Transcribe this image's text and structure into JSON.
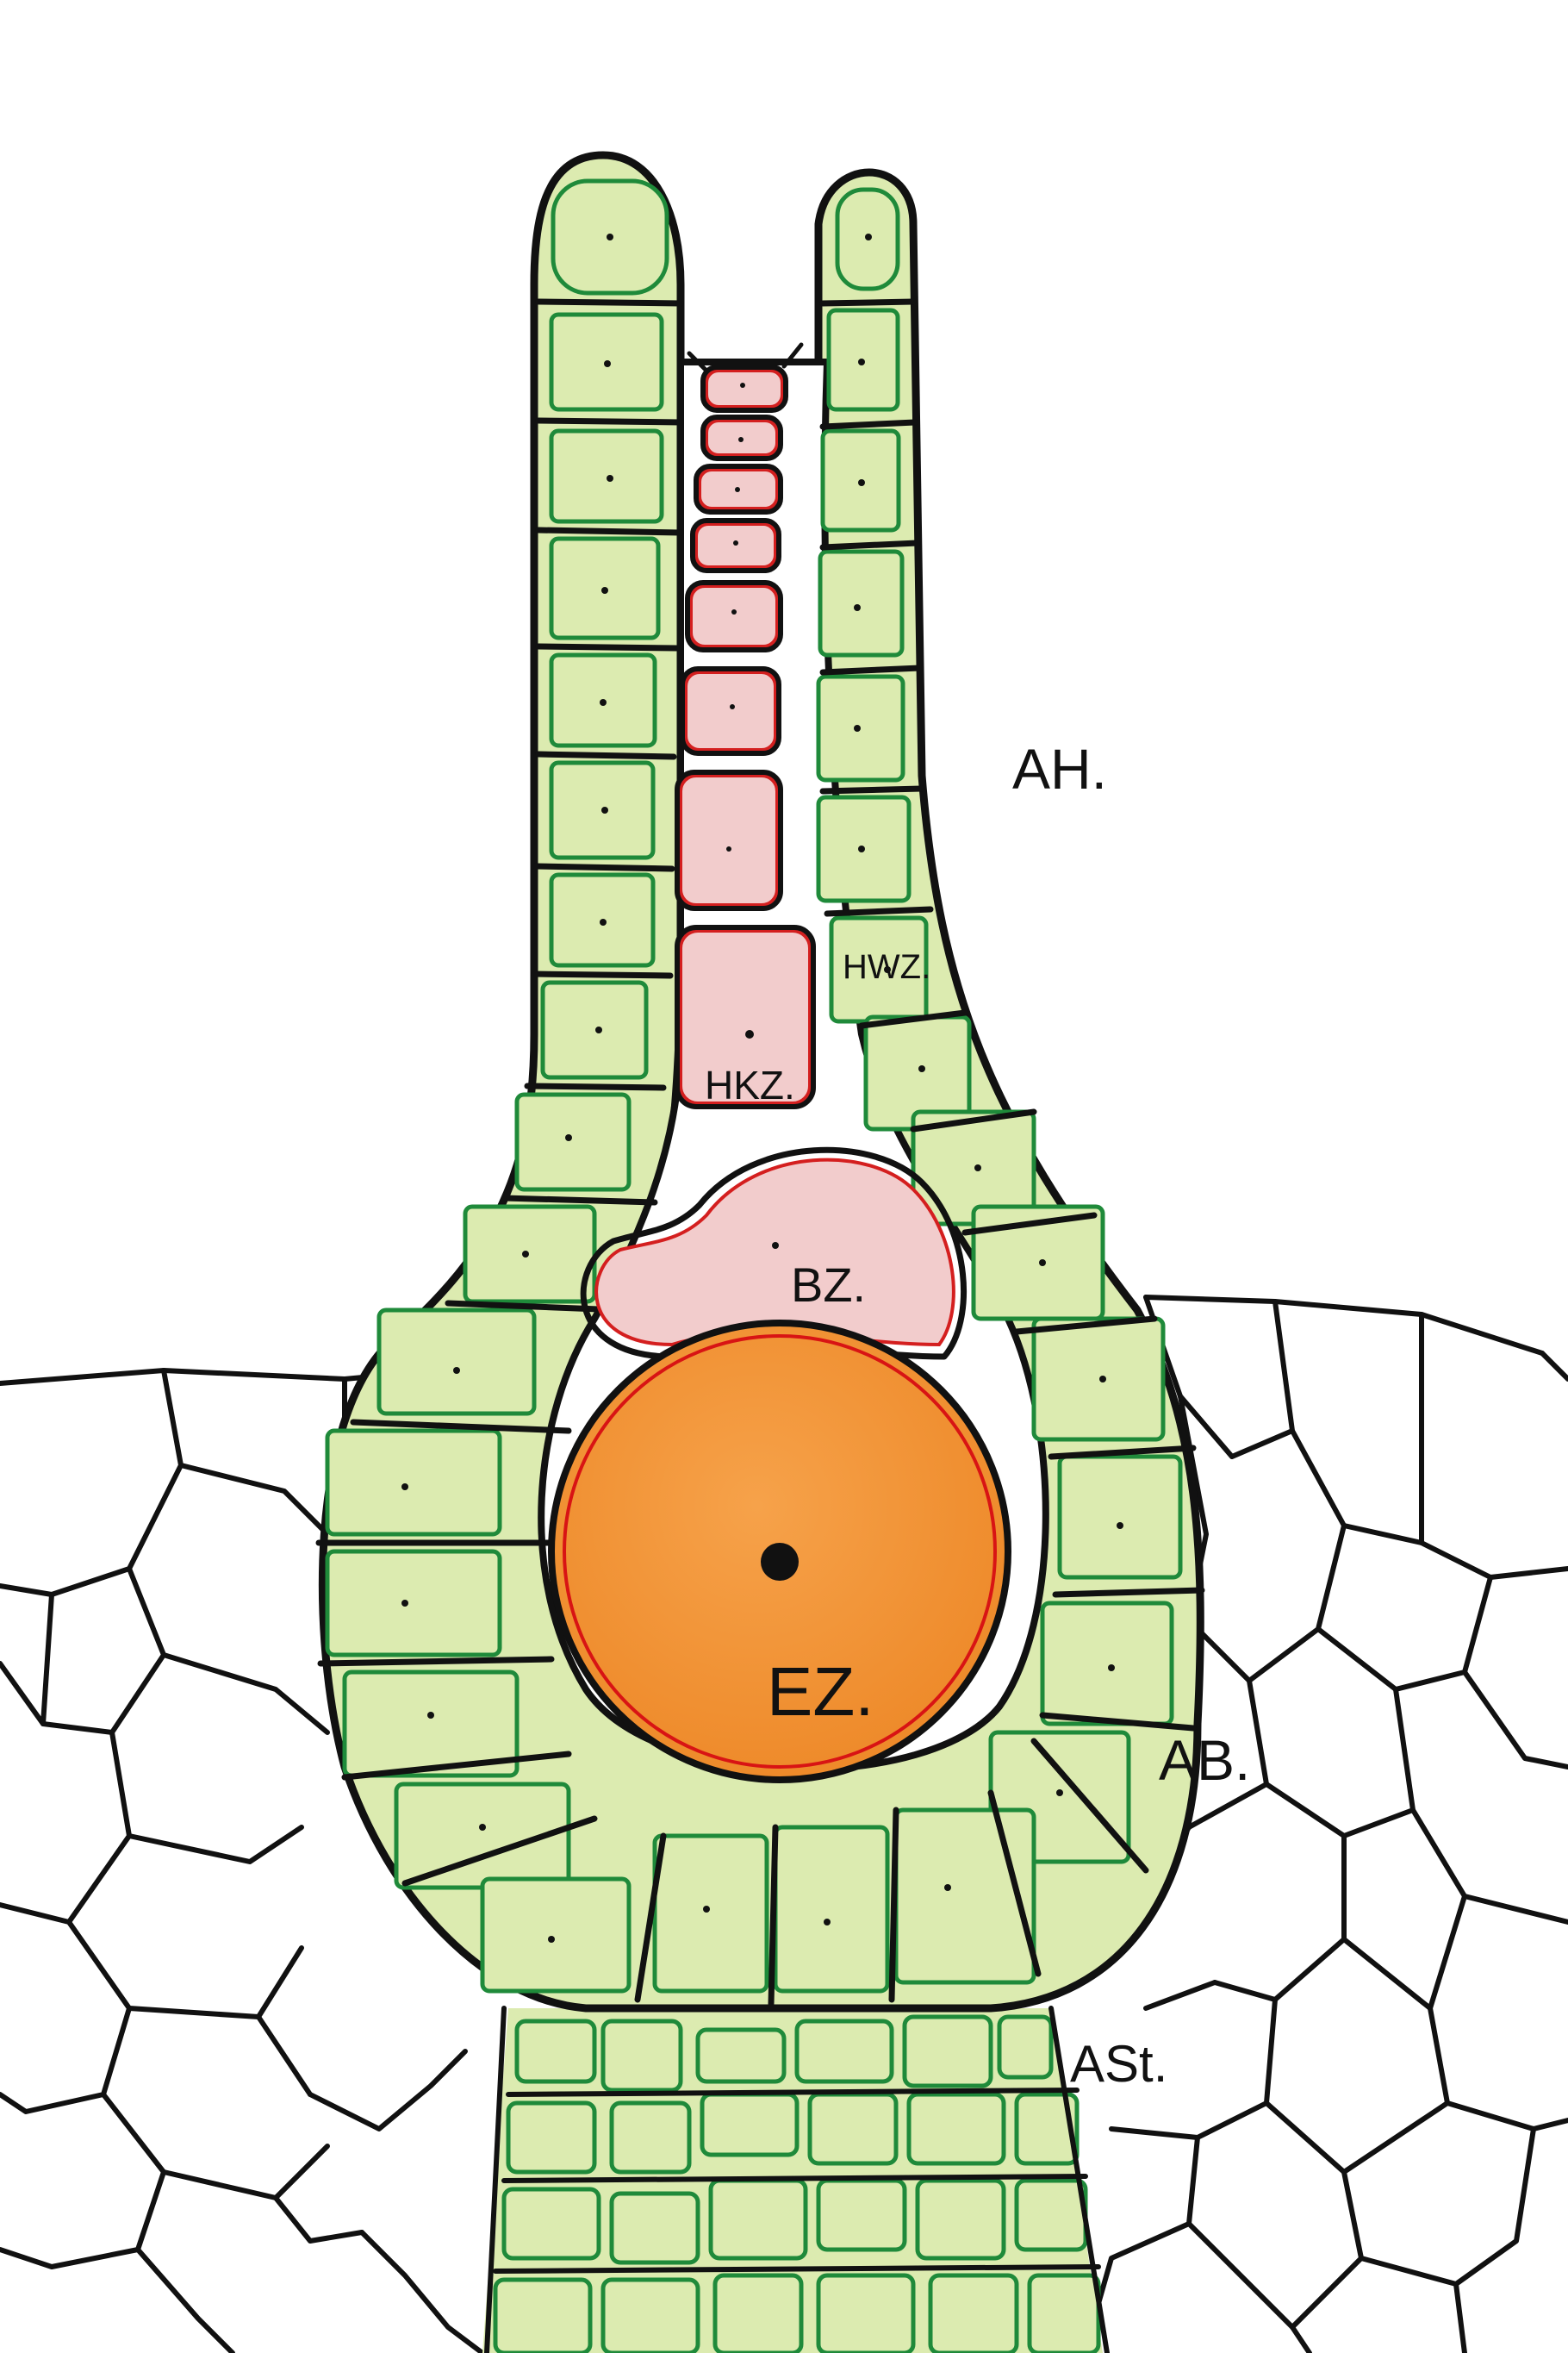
{
  "labels": {
    "archegonium_neck": "AH.",
    "neck_canal_cell": "HKZ.",
    "neck_wall_cell": "HWZ.",
    "ventral_canal_cell": "BZ.",
    "egg_cell": "EZ.",
    "archegonium_venter": "AB.",
    "archegonium_stalk": "ASt."
  },
  "colors": {
    "wall_cell_fill": "#dcebb0",
    "wall_cell_outline": "#1f8a3a",
    "canal_cell_fill": "#f2cccc",
    "canal_cell_outline": "#d41f1f",
    "egg_fill": "#f29a3a",
    "egg_outline": "#d81414",
    "ink": "#111111",
    "background": "#ffffff"
  }
}
